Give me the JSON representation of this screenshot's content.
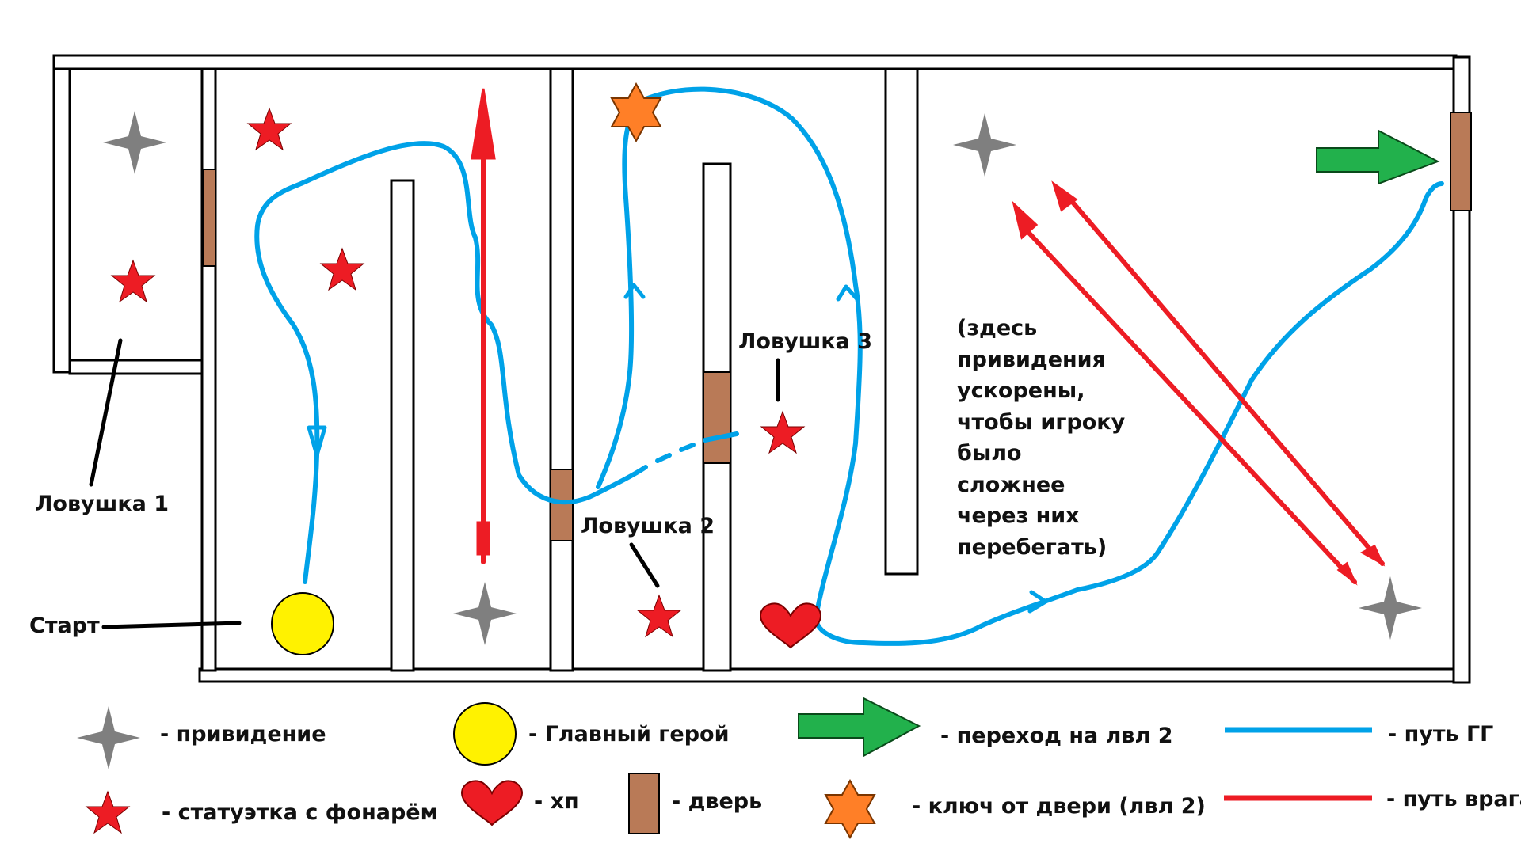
{
  "labels": {
    "trap1": "Ловушка 1",
    "trap2": "Ловушка 2",
    "trap3": "Ловушка 3",
    "start": "Старт"
  },
  "note_lines": [
    "(здесь",
    "привидения",
    "ускорены,",
    "чтобы игроку",
    "было",
    "сложнее",
    "через них",
    "перебегать)"
  ],
  "legend": {
    "ghost": "- привидение",
    "statue": "- статуэтка с фонарём",
    "hero": "- Главный герой",
    "hp": "- хп",
    "door": "- дверь",
    "exit": "- переход на лвл 2",
    "key": "- ключ от двери (лвл 2)",
    "hero_path": "- путь ГГ",
    "enemy_path": "- путь врага"
  },
  "colors": {
    "wall_stroke": "#000000",
    "wall_fill": "#ffffff",
    "door": "#b97a57",
    "ghost": "#7f7f7f",
    "statue": "#ed1c24",
    "hero": "#fff200",
    "hp": "#ed1c24",
    "key": "#ff7f27",
    "exit_arrow": "#22b14c",
    "hero_path": "#00a2e8",
    "enemy_path": "#ed1c24"
  },
  "icons": [
    "ghost-icon",
    "statue-icon",
    "hero-icon",
    "hp-heart-icon",
    "door-icon",
    "exit-arrow-icon",
    "key-icon"
  ]
}
